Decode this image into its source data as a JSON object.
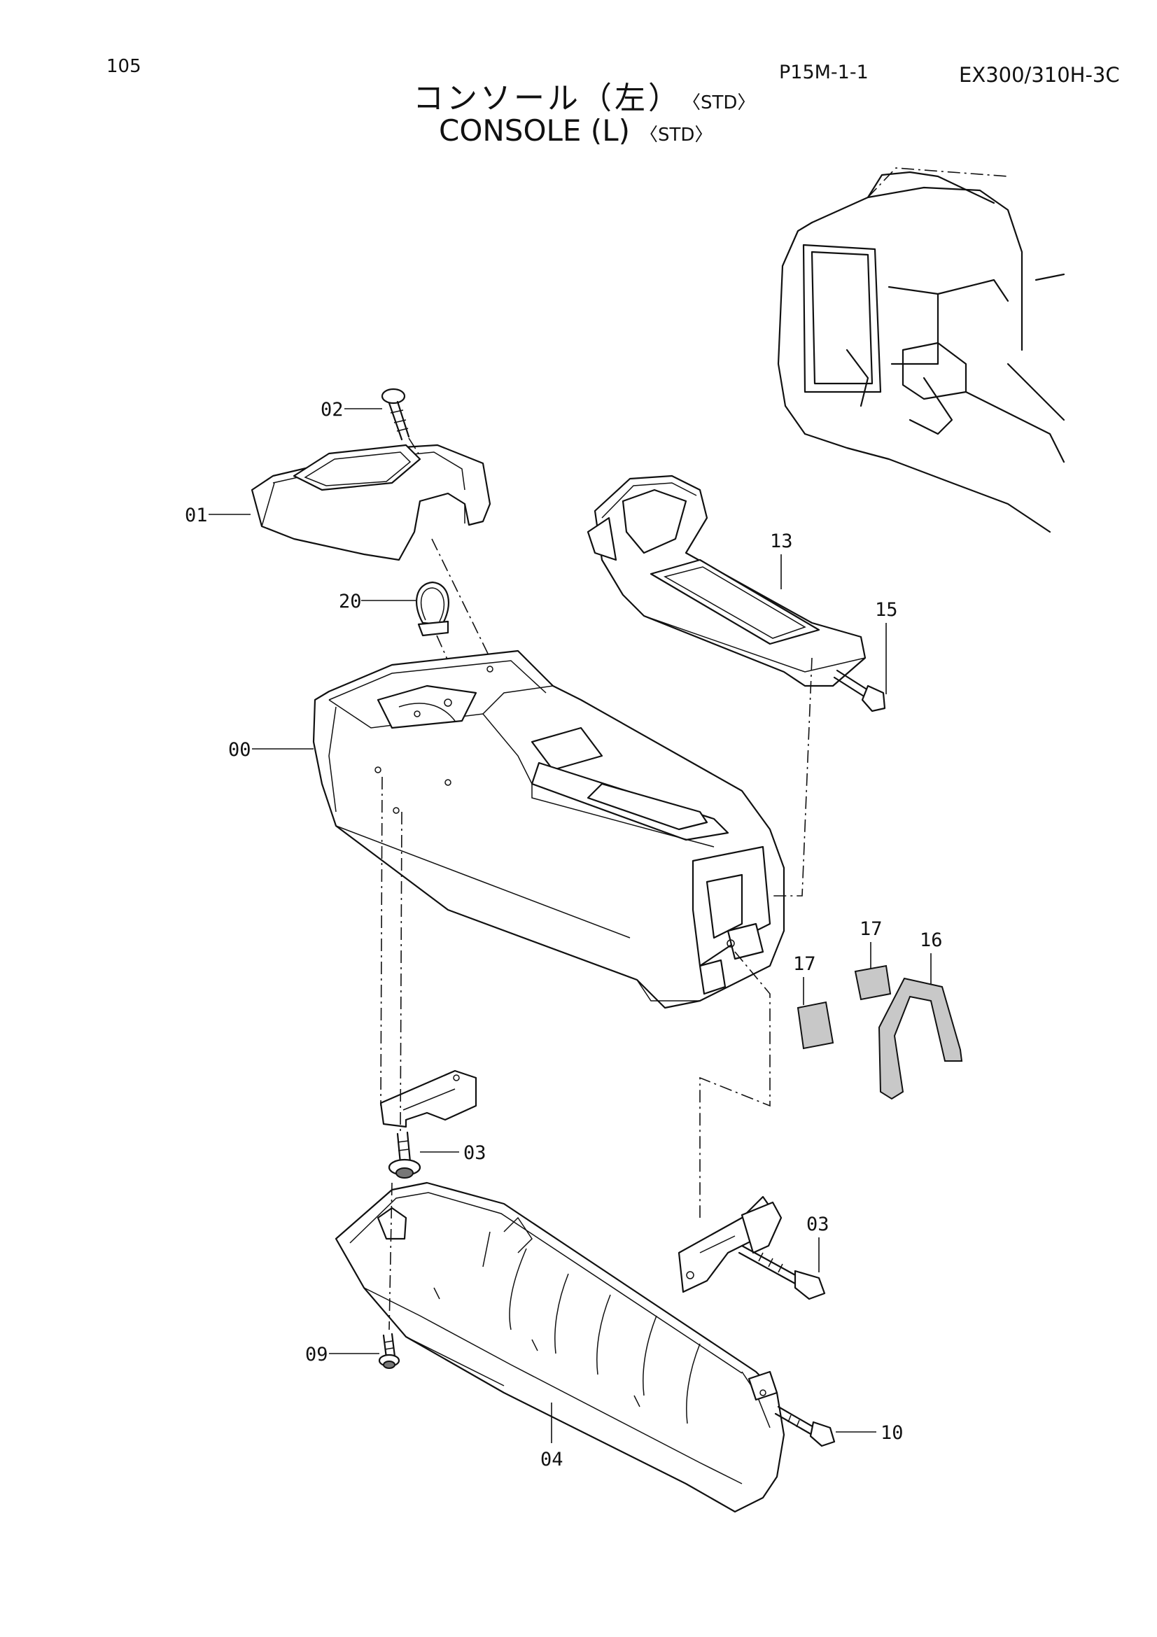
{
  "header": {
    "page_number": "105",
    "sheet_code": "P15M-1-1",
    "model": "EX300/310H-3C",
    "title_jp": "コンソール（左）",
    "title_en": "CONSOLE (L)",
    "variant": "〈STD〉"
  },
  "callouts": [
    {
      "id": "c02",
      "label": "02"
    },
    {
      "id": "c01",
      "label": "01"
    },
    {
      "id": "c20",
      "label": "20"
    },
    {
      "id": "c00",
      "label": "00"
    },
    {
      "id": "c13",
      "label": "13"
    },
    {
      "id": "c15",
      "label": "15"
    },
    {
      "id": "c17a",
      "label": "17"
    },
    {
      "id": "c17b",
      "label": "17"
    },
    {
      "id": "c16",
      "label": "16"
    },
    {
      "id": "c03a",
      "label": "03"
    },
    {
      "id": "c03b",
      "label": "03"
    },
    {
      "id": "c09",
      "label": "09"
    },
    {
      "id": "c04",
      "label": "04"
    },
    {
      "id": "c10",
      "label": "10"
    }
  ]
}
